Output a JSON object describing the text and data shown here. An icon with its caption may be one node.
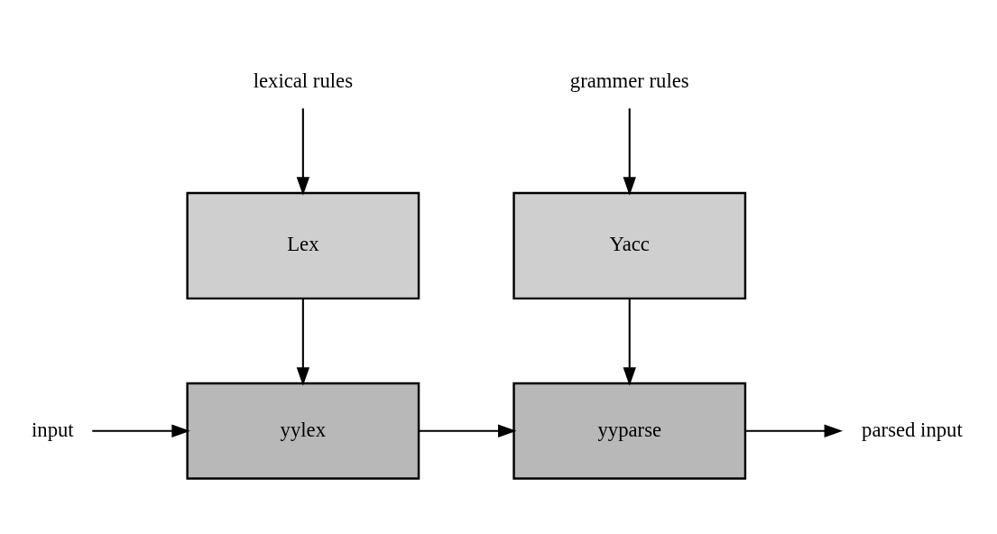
{
  "diagram": {
    "nodes": [
      {
        "text": [
          "lexical rules"
        ]
      },
      {
        "text": [
          "Lex"
        ]
      },
      {
        "text": [
          "grammer rules"
        ]
      },
      {
        "text": [
          "Yacc"
        ]
      },
      {
        "text": [
          "input"
        ]
      },
      {
        "text": [
          "yylex"
        ]
      },
      {
        "text": [
          "yyparse"
        ]
      },
      {
        "text": [
          "parsed input"
        ]
      }
    ],
    "edges": [
      {
        "from": 0,
        "to": 1,
        "arrow": "to"
      },
      {
        "from": 2,
        "to": 3,
        "arrow": "to"
      },
      {
        "from": 1,
        "to": 5,
        "arrow": "to"
      },
      {
        "from": 3,
        "to": 6,
        "arrow": "to"
      },
      {
        "from": 4,
        "to": 5,
        "arrow": "to"
      },
      {
        "from": 5,
        "to": 6,
        "arrow": "to"
      },
      {
        "from": 6,
        "to": 7,
        "arrow": "to"
      }
    ]
  }
}
